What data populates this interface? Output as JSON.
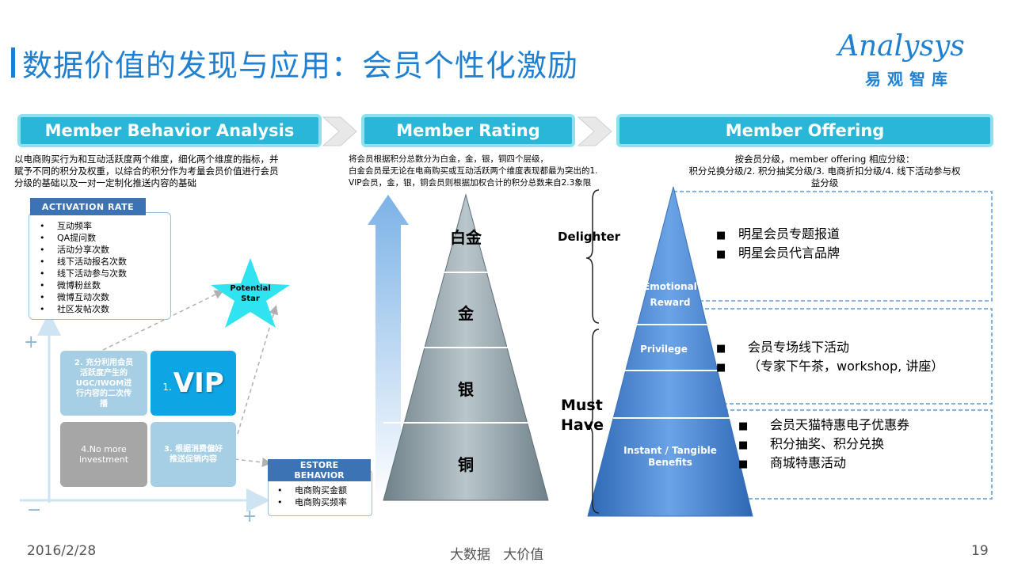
{
  "title": "数据价值的发现与应用：会员个性化激励",
  "logo": {
    "en": "Analysys",
    "cn": "易观智库"
  },
  "sections": [
    {
      "header": "Member Behavior Analysis",
      "desc": [
        "以电商购买行为和互动活跃度两个维度，细化两个维度的指标，并",
        "赋予不同的积分及权重，以综合的积分作为考量会员价值进行会员",
        "分级的基础以及一对一定制化推送内容的基础"
      ]
    },
    {
      "header": "Member Rating",
      "desc": [
        "将会员根据积分总数分为白金，金，银，铜四个层级，",
        "白金会员是无论在电商购买或互动活跃两个维度表现都最为突出的1.",
        "VIP会员，金，银，铜会员则根据加权合计的积分总数来自2.3象限"
      ]
    },
    {
      "header": "Member Offering",
      "desc": [
        "按会员分级，member offering 相应分级：",
        "积分兑换分级/2. 积分抽奖分级/3. 电商折扣分级/4. 线下活动参与权",
        "益分级"
      ]
    }
  ],
  "activation": {
    "title": "ACTIVATION RATE",
    "items": [
      "互动频率",
      "QA提问数",
      "活动分享次数",
      "线下活动报名次数",
      "线下活动参与次数",
      "微博粉丝数",
      "微博互动次数",
      "社区发帖次数"
    ]
  },
  "potential_star": [
    "Potential",
    "Star"
  ],
  "quadrants": {
    "q2": [
      "2. 充分利用会员",
      "活跃度产生的",
      "UGC/IWOM进",
      "行内容的二次传",
      "播"
    ],
    "q1_num": "1.",
    "q1_label": "VIP",
    "q4": [
      "4.No more",
      "investment"
    ],
    "q3": [
      "3. 根据消费偏好",
      "推送促销内容"
    ]
  },
  "axis_signs": {
    "plus_top": "+",
    "minus": "−",
    "plus_right": "+"
  },
  "estore": {
    "title": [
      "ESTORE",
      "BEHAVIOR"
    ],
    "items": [
      "电商购买金额",
      "电商购买频率"
    ]
  },
  "rating_tiers": [
    "白金",
    "金",
    "银",
    "铜"
  ],
  "offering": {
    "delighter": "Delighter",
    "must_have": [
      "Must",
      "Have"
    ],
    "levels": [
      {
        "label": [
          "Emotional",
          "Reward"
        ],
        "bullets": [
          "明星会员专题报道",
          "明星会员代言品牌"
        ]
      },
      {
        "label": [
          "Privilege"
        ],
        "bullets": [
          "会员专场线下活动",
          "（专家下午茶，workshop, 讲座）"
        ]
      },
      {
        "label": [
          "Instant / Tangible",
          "Benefits"
        ],
        "bullets": [
          "会员天猫特惠电子优惠券",
          "积分抽奖、积分兑换",
          "商城特惠活动"
        ]
      }
    ],
    "bullet_glyph": "■"
  },
  "footer": {
    "date": "2016/2/28",
    "center": "大数据   大价值",
    "page": "19"
  },
  "colors": {
    "accent": "#1f7fd0",
    "header": "#2ab6d6",
    "dark_blue": "#3b73b5",
    "vip": "#0da5e4",
    "quad_light": "#a6cfe5",
    "quad_gray": "#a6a6a6",
    "pyramid_blue": "#4a84cc",
    "pyramid_gray": "#8a9aa0"
  }
}
